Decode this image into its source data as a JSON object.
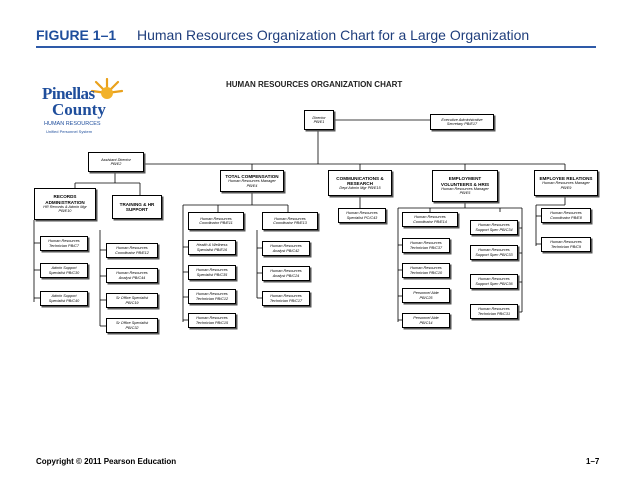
{
  "figure": {
    "number": "FIGURE 1–1",
    "title": "Human Resources Organization Chart for a Large Organization"
  },
  "footer": {
    "copyright": "Copyright © 2011 Pearson Education",
    "page": "1–7"
  },
  "logo": {
    "line1": "Pinellas",
    "line2": "County",
    "line3": "HUMAN RESOURCES",
    "line4": "Unified Personnel System"
  },
  "chart": {
    "title": "HUMAN RESOURCES ORGANIZATION CHART",
    "director": {
      "l1": "Director",
      "l2": "PB/E1"
    },
    "exec_admin": {
      "l1": "Executive Administrative",
      "l2": "Secretary PB/E17"
    },
    "asst_director": {
      "l1": "Assistant Director",
      "l2": "PB/E2"
    },
    "records": {
      "t1": "RECORDS",
      "t2": "ADMINISTRATION",
      "l1": "HR Records & Admin Mgr",
      "l2": "PB/E10"
    },
    "rec_tech": {
      "l1": "Human Resources",
      "l2": "Technician PB/C7"
    },
    "rec_admin30": {
      "l1": "Admin Support",
      "l2": "Specialist PB/C30"
    },
    "rec_admin40": {
      "l1": "Admin Support",
      "l2": "Specialist PB/C40"
    },
    "training": {
      "t1": "TRAINING & HR",
      "t2": "SUPPORT"
    },
    "tr_coord": {
      "l1": "Human Resources",
      "l2": "Coordinator PB/E12"
    },
    "tr_analyst": {
      "l1": "Human Resources",
      "l2": "Analyst PB/C44"
    },
    "tr_office19": {
      "l1": "Sr Office Specialist",
      "l2": "PB/C19"
    },
    "tr_office32": {
      "l1": "Sr Office Specialist",
      "l2": "PB/C32"
    },
    "total_comp": {
      "t1": "TOTAL COMPENSATION",
      "l1": "Human Resources Manager",
      "l2": "PB/E4"
    },
    "tc_coord11": {
      "l1": "Human Resources",
      "l2": "Coordinator PB/E11"
    },
    "tc_wellness": {
      "l1": "Health & Wellness",
      "l2": "Specialist PB/E16"
    },
    "tc_spec35": {
      "l1": "Human Resources",
      "l2": "Specialist PB/C35"
    },
    "tc_tech12": {
      "l1": "Human Resources",
      "l2": "Technician PB/C12"
    },
    "tc_tech15": {
      "l1": "Human Resources",
      "l2": "Technician PB/C15"
    },
    "tc_coord13": {
      "l1": "Human Resources",
      "l2": "Coordinator PB/E13"
    },
    "tc_analyst42": {
      "l1": "Human Resources",
      "l2": "Analyst PB/C42"
    },
    "tc_analyst24": {
      "l1": "Human Resources",
      "l2": "Analyst PB/C24"
    },
    "tc_tech17": {
      "l1": "Human Resources",
      "l2": "Technician PB/C17"
    },
    "comm": {
      "t1": "COMMUNICATIONS &",
      "t2": "RESEARCH",
      "l1": "Dept Admin Mgr PB/E15"
    },
    "comm_spec": {
      "l1": "Human Resources",
      "l2": "Specialist PC/C43"
    },
    "employment": {
      "t1": "EMPLOYMENT",
      "t2": "VOLUNTEERS & HRIS",
      "l1": "Human Resources Manager",
      "l2": "PB/E5"
    },
    "em_coord14": {
      "l1": "Human Resources",
      "l2": "Coordinator PB/E14"
    },
    "em_tech37": {
      "l1": "Human Resources",
      "l2": "Technician PB/C37"
    },
    "em_tech10": {
      "l1": "Human Resources",
      "l2": "Technician PB/C10"
    },
    "em_aide25": {
      "l1": "Personnel Aide",
      "l2": "PB/C25"
    },
    "em_aide14": {
      "l1": "Personnel Aide",
      "l2": "PB/C14"
    },
    "em_sup34": {
      "l1": "Human Resources",
      "l2": "Support Spec PB/C34"
    },
    "em_sup33": {
      "l1": "Human Resources",
      "l2": "Support Spec PB/C33"
    },
    "em_sup36": {
      "l1": "Human Resources",
      "l2": "Support Spec PB/C36"
    },
    "em_tech31": {
      "l1": "Human Resources",
      "l2": "Technician PB/C31"
    },
    "emp_rel": {
      "t1": "EMPLOYEE RELATIONS",
      "l1": "Human Resources Manager",
      "l2": "PB/E9"
    },
    "er_coord8": {
      "l1": "Human Resources",
      "l2": "Coordinator PB/E8"
    },
    "er_tech9": {
      "l1": "Human Resources",
      "l2": "Technician PB/C9"
    }
  }
}
